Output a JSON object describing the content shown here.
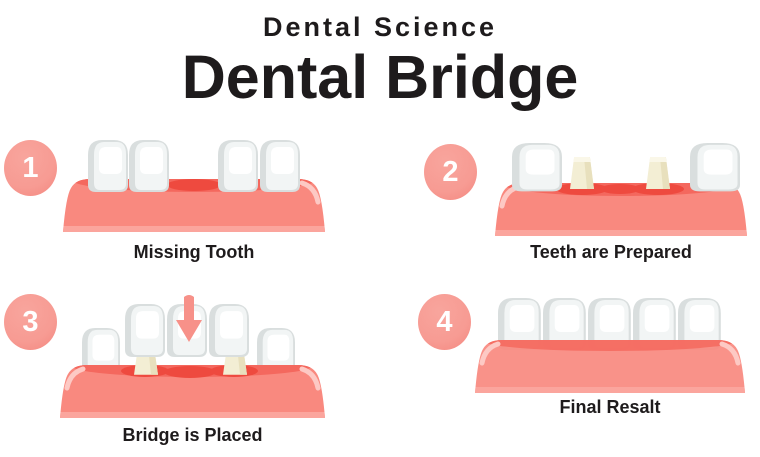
{
  "header": {
    "subtitle": "Dental Science",
    "title": "Dental Bridge"
  },
  "steps": [
    {
      "number": "1",
      "label": "Missing Tooth"
    },
    {
      "number": "2",
      "label": "Teeth are Prepared"
    },
    {
      "number": "3",
      "label": "Bridge is Placed"
    },
    {
      "number": "4",
      "label": "Final Resalt"
    }
  ],
  "colors": {
    "badge": "#f79b93",
    "gum": "#f9897f",
    "gum_band": "#f4685e",
    "socket": "#ee4a3f",
    "gum_light": "#fba59d",
    "gum_highlight": "#fdc9c4",
    "tooth": "#ffffff",
    "tooth_body": "#f2f5f5",
    "tooth_shade": "#d9dede",
    "stub": "#f3eed4",
    "stub_shade": "#e8e0bd",
    "stub_top": "#faf7e8",
    "arrow": "#f79189",
    "text": "#1e1b1c"
  }
}
